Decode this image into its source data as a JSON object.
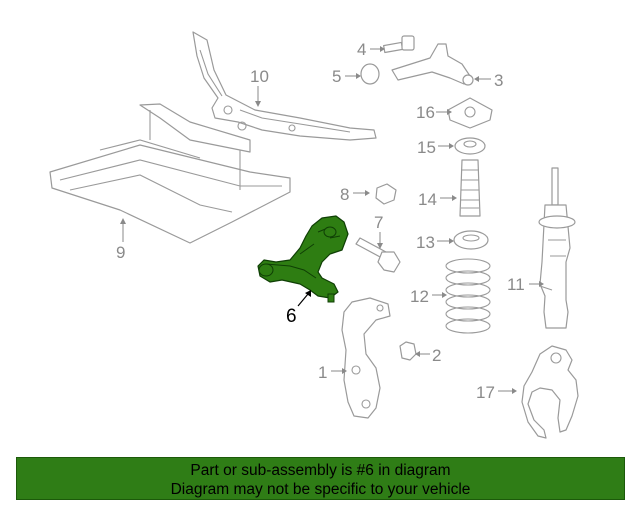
{
  "callouts": [
    "1",
    "2",
    "3",
    "4",
    "5",
    "6",
    "7",
    "8",
    "9",
    "10",
    "11",
    "12",
    "13",
    "14",
    "15",
    "16",
    "17"
  ],
  "highlight_color": "#2e7d12",
  "banner": {
    "line1": "Part or sub-assembly is #6 in diagram",
    "line2": "Diagram may not be specific to your vehicle",
    "color": "#2f7d16"
  }
}
